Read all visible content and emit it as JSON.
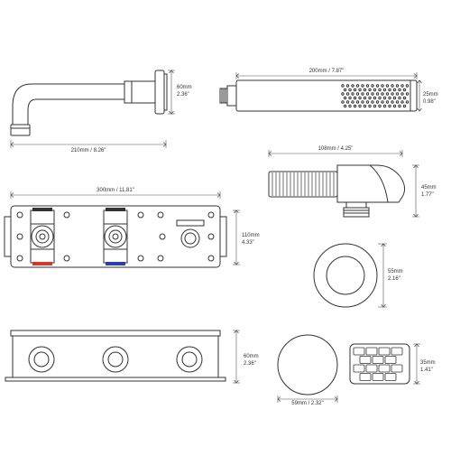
{
  "colors": {
    "stroke": "#333333",
    "dimension": "#555555",
    "hot": "#d4382b",
    "cold": "#2b3fa8",
    "background": "#ffffff"
  },
  "spout": {
    "width_label": "210mm / 8.26\"",
    "height_mm": "60mm",
    "height_in": "2.36\""
  },
  "hand_shower": {
    "width_label": "200mm / 7.87\"",
    "diameter_mm": "25mm",
    "diameter_in": "0.98\""
  },
  "wall_outlet_holder": {
    "width_label": "108mm / 4.25\"",
    "height_mm": "45mm",
    "height_in": "1.77\""
  },
  "valve_body_front": {
    "width_label": "300mm / 11.81\"",
    "height_mm": "110mm",
    "height_in": "4.33\""
  },
  "round_plate": {
    "diameter_mm": "55mm",
    "diameter_in": "2.16\""
  },
  "valve_body_box": {
    "height_mm": "60mm",
    "height_in": "2.36\""
  },
  "control_knob": {
    "width_label": "59mm / 2.32\""
  },
  "knurled_handle": {
    "height_mm": "35mm",
    "height_in": "1.41\""
  }
}
